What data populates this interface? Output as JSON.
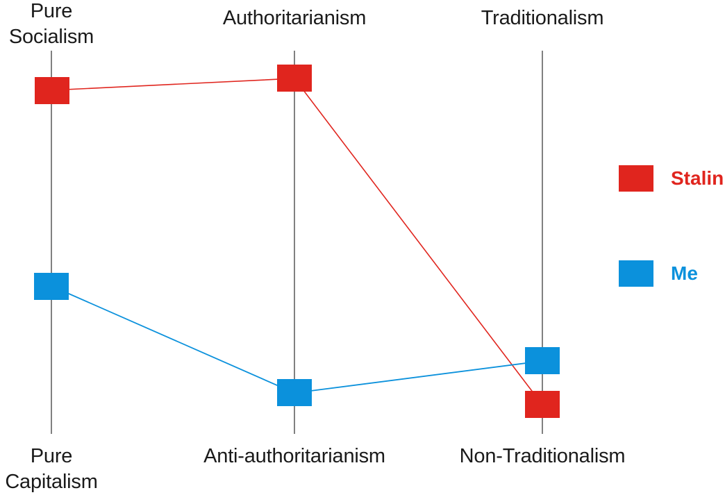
{
  "chart_data": {
    "type": "line",
    "title": "",
    "subtitle": "",
    "xlabel": "",
    "ylabel": "",
    "grid": false,
    "legend_position": "right",
    "axes": [
      {
        "id": "economic",
        "top_label": "Pure\nSocialism",
        "bottom_label": "Pure\nCapitalism",
        "x": 74,
        "top_y": 73,
        "bottom_y": 625
      },
      {
        "id": "authority",
        "top_label": "Authoritarianism",
        "bottom_label": "Anti-authoritarianism",
        "x": 424,
        "top_y": 73,
        "bottom_y": 625
      },
      {
        "id": "tradition",
        "top_label": "Traditionalism",
        "bottom_label": "Non-Traditionalism",
        "x": 781,
        "top_y": 73,
        "bottom_y": 625
      }
    ],
    "series": [
      {
        "name": "Stalin",
        "color": "#e0251e",
        "values": [
          0.93,
          1.0,
          0.06
        ],
        "points": [
          {
            "axis": "economic",
            "x": 74,
            "y": 130
          },
          {
            "axis": "authority",
            "x": 424,
            "y": 113
          },
          {
            "axis": "tradition",
            "x": 781,
            "y": 583
          }
        ]
      },
      {
        "name": "Me",
        "color": "#0b91dc",
        "values": [
          0.43,
          0.13,
          0.21
        ],
        "points": [
          {
            "axis": "economic",
            "x": 74,
            "y": 412
          },
          {
            "axis": "authority",
            "x": 424,
            "y": 566
          },
          {
            "axis": "tradition",
            "x": 781,
            "y": 520
          }
        ]
      }
    ]
  },
  "legend": {
    "items": [
      {
        "label": "Stalin",
        "color": "#e0251e"
      },
      {
        "label": "Me",
        "color": "#0b91dc"
      }
    ]
  },
  "colors": {
    "stalin_red": "#e0251e",
    "me_blue": "#0b91dc",
    "axis_gray": "#808080",
    "text_black": "#1a1a1a",
    "background": "#ffffff"
  }
}
